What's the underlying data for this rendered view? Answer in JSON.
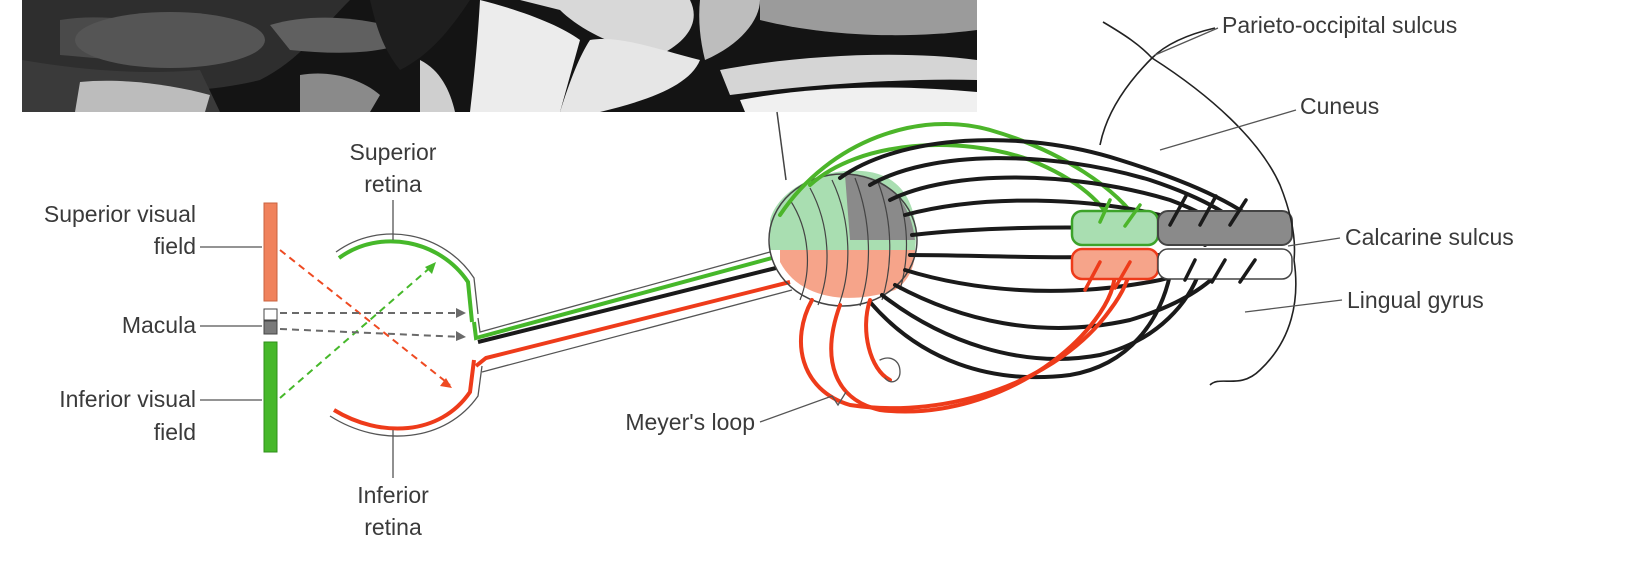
{
  "labels": {
    "superior_visual_field": [
      "Superior visual",
      "field"
    ],
    "macula": "Macula",
    "inferior_visual_field": [
      "Inferior visual",
      "field"
    ],
    "superior_retina": [
      "Superior",
      "retina"
    ],
    "inferior_retina": [
      "Inferior",
      "retina"
    ],
    "meyers_loop": "Meyer's loop",
    "parieto_occipital_sulcus": "Parieto-occipital sulcus",
    "cuneus": "Cuneus",
    "calcarine_sulcus": "Calcarine sulcus",
    "lingual_gyrus": "Lingual gyrus"
  },
  "colors": {
    "superior_field": "#f0825c",
    "superior_field_fill": "#f7a98c",
    "inferior_field": "#46b82a",
    "inferior_field_fill": "#a8dcae",
    "macula_fill": "#7a7a7a",
    "radiation_dark": "#1a1a1a",
    "lower_radiation": "#ee3b1a",
    "upper_radiation": "#4cb52a",
    "cortex_upper_fill": "#8a8a8a",
    "cortex_lower_fill": "#f6a48a",
    "cortex_green_fill": "#a9deb1"
  }
}
